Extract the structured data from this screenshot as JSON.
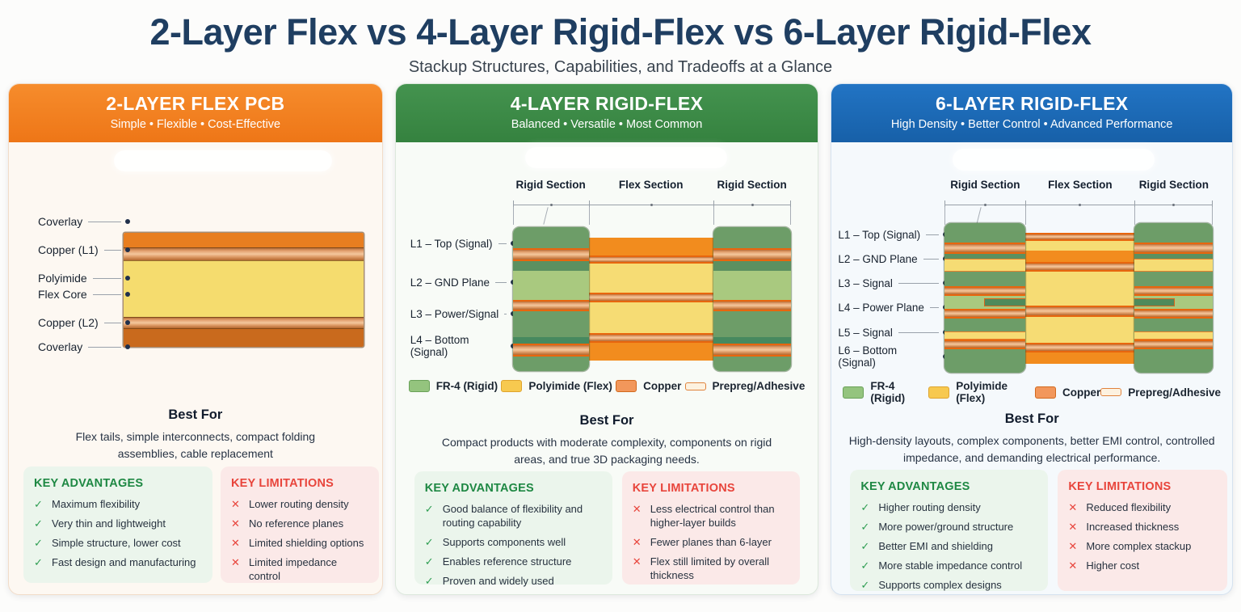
{
  "page": {
    "title": "2-Layer Flex vs 4-Layer Rigid-Flex vs 6-Layer Rigid-Flex",
    "subtitle": "Stackup Structures, Capabilities, and Tradeoffs at a Glance"
  },
  "icons": {
    "check": "✓",
    "cross": "✕"
  },
  "colors": {
    "flex_accent": "#EE7617",
    "rigid4_accent": "#35823F",
    "rigid6_accent": "#1760A8",
    "fr4_green": "#94C47E",
    "polyimide_yellow": "#F7C94F",
    "copper_orange": "#F2975B",
    "prepreg_cream": "#FDF2E0",
    "advantage_green": "#1E8843",
    "limitation_red": "#E8453C"
  },
  "panels": [
    {
      "header": {
        "title": "2-LAYER FLEX PCB",
        "tagline": "Simple  •  Flexible  •  Cost-Effective"
      },
      "diagram": {
        "layer_labels": [
          "Coverlay",
          "Copper (L1)",
          "Polyimide",
          "Flex Core",
          "Copper (L2)",
          "Coverlay"
        ]
      },
      "best_for": {
        "heading": "Best For",
        "text": "Flex tails, simple interconnects, compact folding assemblies, cable replacement"
      },
      "advantages": {
        "heading": "KEY ADVANTAGES",
        "items": [
          "Maximum flexibility",
          "Very thin and lightweight",
          "Simple structure, lower cost",
          "Fast design and manufacturing"
        ]
      },
      "limitations": {
        "heading": "KEY LIMITATIONS",
        "items": [
          "Lower routing density",
          "No reference planes",
          "Limited shielding options",
          "Limited impedance control"
        ]
      }
    },
    {
      "header": {
        "title": "4-LAYER RIGID-FLEX",
        "tagline": "Balanced  •  Versatile  •  Most Common"
      },
      "diagram": {
        "sections": [
          "Rigid Section",
          "Flex Section",
          "Rigid Section"
        ],
        "layer_labels": [
          "L1 – Top (Signal)",
          "L2 – GND Plane",
          "L3 – Power/Signal",
          "L4 – Bottom (Signal)"
        ]
      },
      "legend": [
        "FR-4 (Rigid)",
        "Polyimide (Flex)",
        "Copper",
        "Prepreg/Adhesive"
      ],
      "best_for": {
        "heading": "Best For",
        "text": "Compact products with moderate complexity, components on rigid areas, and true 3D packaging needs."
      },
      "advantages": {
        "heading": "KEY ADVANTAGES",
        "items": [
          "Good balance of flexibility and routing capability",
          "Supports components well",
          "Enables reference structure",
          "Proven and widely used"
        ]
      },
      "limitations": {
        "heading": "KEY LIMITATIONS",
        "items": [
          "Less electrical control than higher-layer builds",
          "Fewer planes than 6-layer",
          "Flex still limited by overall thickness"
        ]
      }
    },
    {
      "header": {
        "title": "6-LAYER RIGID-FLEX",
        "tagline": "High Density  •  Better Control  •  Advanced Performance"
      },
      "diagram": {
        "sections": [
          "Rigid Section",
          "Flex Section",
          "Rigid Section"
        ],
        "layer_labels": [
          "L1 – Top (Signal)",
          "L2 – GND Plane",
          "L3 – Signal",
          "L4 – Power Plane",
          "L5 – Signal",
          "L6 – Bottom (Signal)"
        ]
      },
      "legend": [
        "FR-4 (Rigid)",
        "Polyimide (Flex)",
        "Copper",
        "Prepreg/Adhesive"
      ],
      "best_for": {
        "heading": "Best For",
        "text": "High-density layouts, complex components, better EMI control, controlled impedance, and demanding electrical performance."
      },
      "advantages": {
        "heading": "KEY ADVANTAGES",
        "items": [
          "Higher routing density",
          "More power/ground structure",
          "Better EMI and shielding",
          "More stable impedance control",
          "Supports complex designs"
        ]
      },
      "limitations": {
        "heading": "KEY LIMITATIONS",
        "items": [
          "Reduced flexibility",
          "Increased thickness",
          "More complex stackup",
          "Higher cost"
        ]
      }
    }
  ]
}
